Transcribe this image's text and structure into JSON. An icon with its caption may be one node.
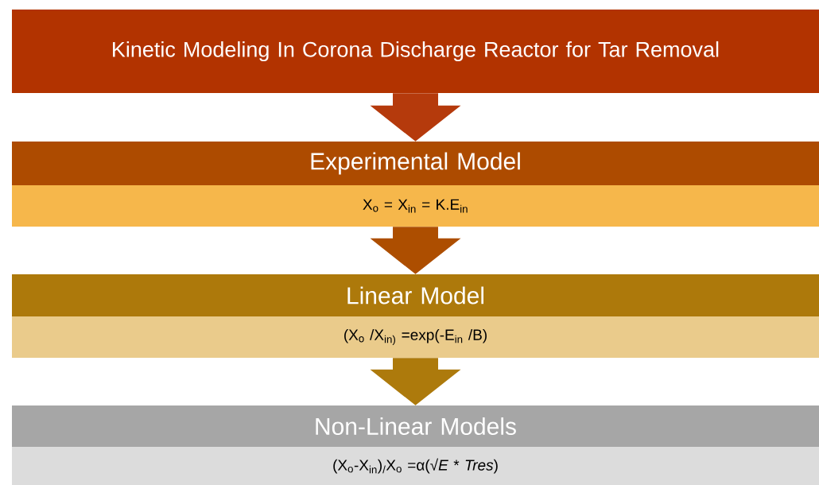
{
  "diagram": {
    "nodes": [
      {
        "text": [
          "Kinetic Modeling In Corona Discharge Reactor for Tar Removal"
        ]
      },
      {
        "text": [
          "Experimental Model",
          "X$_{o}$ = X$_{in}$ = K.E$_{in}$"
        ]
      },
      {
        "text": [
          "Linear Model",
          "(X$_{o}$ /X$_{in)}$ =exp(-E$_{in}$ /B)"
        ]
      },
      {
        "text": [
          "Non-Linear Models",
          "(X$_{o}$-X$_{in}$)$_{/}$X$_{o}$ =α(√*E* * *Tres*)"
        ]
      }
    ],
    "edges": [
      {
        "from": 0,
        "to": 1,
        "arrow": "to",
        "color": "#b53a0c"
      },
      {
        "from": 1,
        "to": 2,
        "arrow": "to",
        "color": "#ad4e00"
      },
      {
        "from": 2,
        "to": 3,
        "arrow": "to",
        "color": "#ad7a0c"
      }
    ]
  }
}
